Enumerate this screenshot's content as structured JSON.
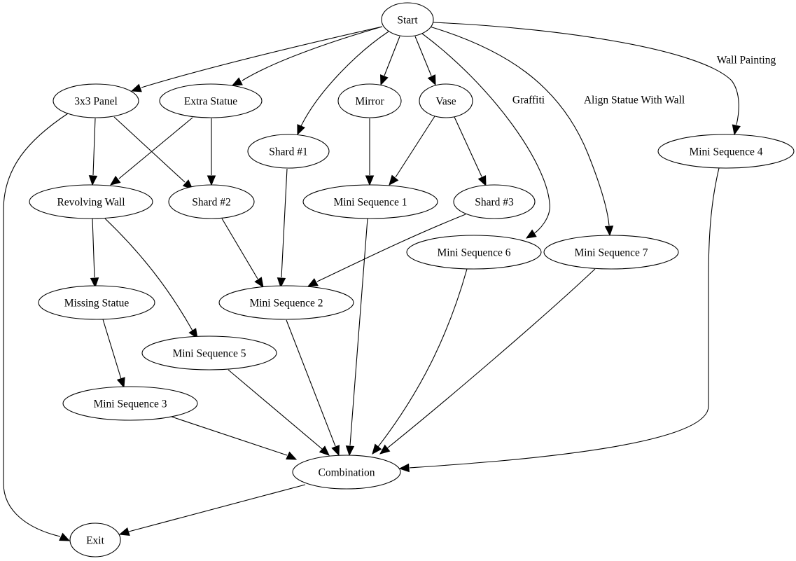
{
  "graph": {
    "type": "directed-graph",
    "nodes": [
      {
        "id": "start",
        "label": "Start"
      },
      {
        "id": "panel3x3",
        "label": "3x3 Panel"
      },
      {
        "id": "extra_statue",
        "label": "Extra Statue"
      },
      {
        "id": "mirror",
        "label": "Mirror"
      },
      {
        "id": "vase",
        "label": "Vase"
      },
      {
        "id": "shard1",
        "label": "Shard #1"
      },
      {
        "id": "mini4",
        "label": "Mini Sequence 4"
      },
      {
        "id": "revolving_wall",
        "label": "Revolving Wall"
      },
      {
        "id": "shard2",
        "label": "Shard #2"
      },
      {
        "id": "mini1",
        "label": "Mini Sequence 1"
      },
      {
        "id": "shard3",
        "label": "Shard #3"
      },
      {
        "id": "mini6",
        "label": "Mini Sequence 6"
      },
      {
        "id": "mini7",
        "label": "Mini Sequence 7"
      },
      {
        "id": "missing_statue",
        "label": "Missing Statue"
      },
      {
        "id": "mini2",
        "label": "Mini Sequence 2"
      },
      {
        "id": "mini5",
        "label": "Mini Sequence 5"
      },
      {
        "id": "mini3",
        "label": "Mini Sequence 3"
      },
      {
        "id": "combination",
        "label": "Combination"
      },
      {
        "id": "exit",
        "label": "Exit"
      }
    ],
    "edges": [
      {
        "from": "start",
        "to": "panel3x3",
        "label": ""
      },
      {
        "from": "start",
        "to": "extra_statue",
        "label": ""
      },
      {
        "from": "start",
        "to": "shard1",
        "label": ""
      },
      {
        "from": "start",
        "to": "mirror",
        "label": ""
      },
      {
        "from": "start",
        "to": "vase",
        "label": ""
      },
      {
        "from": "start",
        "to": "mini6",
        "label": "Graffiti"
      },
      {
        "from": "start",
        "to": "mini7",
        "label": "Align Statue With Wall"
      },
      {
        "from": "start",
        "to": "mini4",
        "label": "Wall Painting"
      },
      {
        "from": "panel3x3",
        "to": "revolving_wall",
        "label": ""
      },
      {
        "from": "panel3x3",
        "to": "shard2",
        "label": ""
      },
      {
        "from": "panel3x3",
        "to": "exit",
        "label": ""
      },
      {
        "from": "extra_statue",
        "to": "revolving_wall",
        "label": ""
      },
      {
        "from": "extra_statue",
        "to": "shard2",
        "label": ""
      },
      {
        "from": "mirror",
        "to": "mini1",
        "label": ""
      },
      {
        "from": "vase",
        "to": "mini1",
        "label": ""
      },
      {
        "from": "vase",
        "to": "shard3",
        "label": ""
      },
      {
        "from": "shard1",
        "to": "mini2",
        "label": ""
      },
      {
        "from": "shard2",
        "to": "mini2",
        "label": ""
      },
      {
        "from": "shard3",
        "to": "mini2",
        "label": ""
      },
      {
        "from": "revolving_wall",
        "to": "missing_statue",
        "label": ""
      },
      {
        "from": "revolving_wall",
        "to": "mini5",
        "label": ""
      },
      {
        "from": "missing_statue",
        "to": "mini3",
        "label": ""
      },
      {
        "from": "mini1",
        "to": "combination",
        "label": ""
      },
      {
        "from": "mini2",
        "to": "combination",
        "label": ""
      },
      {
        "from": "mini3",
        "to": "combination",
        "label": ""
      },
      {
        "from": "mini4",
        "to": "combination",
        "label": ""
      },
      {
        "from": "mini5",
        "to": "combination",
        "label": ""
      },
      {
        "from": "mini6",
        "to": "combination",
        "label": ""
      },
      {
        "from": "mini7",
        "to": "combination",
        "label": ""
      },
      {
        "from": "combination",
        "to": "exit",
        "label": ""
      }
    ]
  }
}
